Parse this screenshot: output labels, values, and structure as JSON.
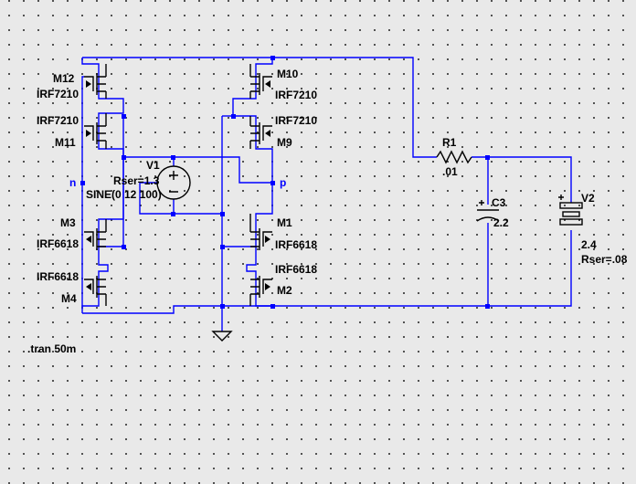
{
  "schematic": {
    "mosfets": [
      {
        "ref": "M12",
        "model": "IRF7210"
      },
      {
        "ref": "M11",
        "model": "IRF7210"
      },
      {
        "ref": "M3",
        "model": "IRF6618"
      },
      {
        "ref": "M4",
        "model": "IRF6618"
      },
      {
        "ref": "M10",
        "model": "IRF7210"
      },
      {
        "ref": "M9",
        "model": "IRF7210"
      },
      {
        "ref": "M1",
        "model": "IRF6618"
      },
      {
        "ref": "M2",
        "model": "IRF6618"
      }
    ],
    "v1": {
      "ref": "V1",
      "rser": "Rser=1.3",
      "value": "SINE(0 12 100)"
    },
    "r1": {
      "ref": "R1",
      "value": ".01"
    },
    "c3": {
      "ref": "C3",
      "value": "2.2"
    },
    "v2": {
      "ref": "V2",
      "value": "2.4",
      "rser": "Rser=.08"
    },
    "nets": {
      "n": "n",
      "p": "p"
    },
    "directive": ".tran 50m",
    "colors": {
      "wire": "#0000ff",
      "component": "#000000",
      "background": "#e9e9e9",
      "grid_dot": "#2b2b2b"
    }
  }
}
